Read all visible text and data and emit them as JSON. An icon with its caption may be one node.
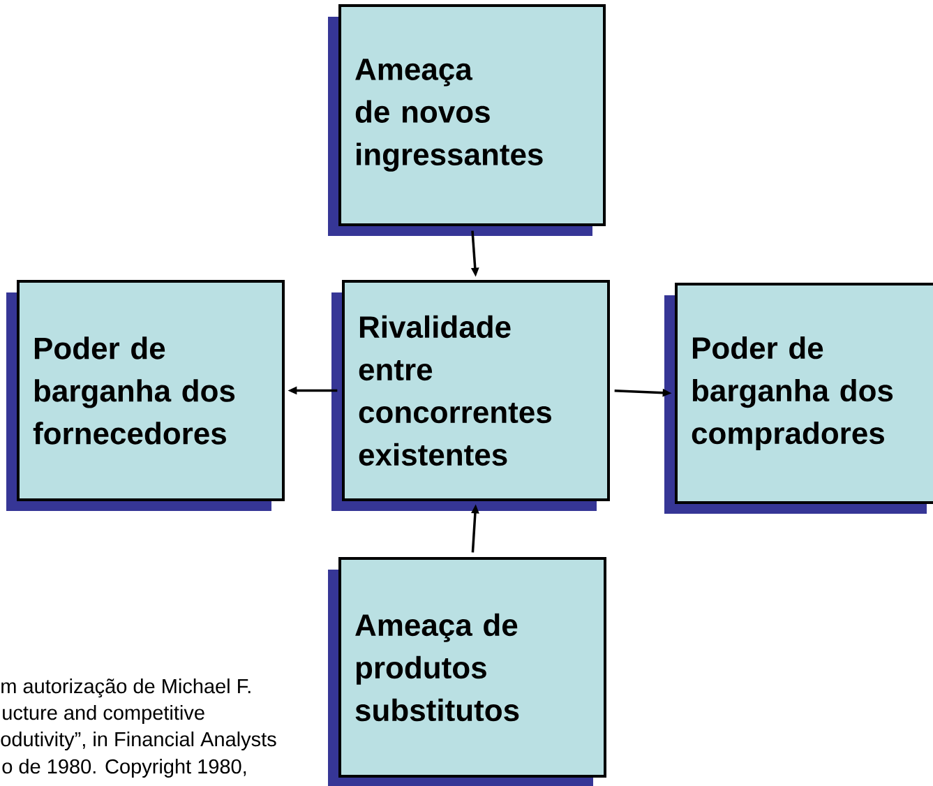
{
  "diagram": {
    "nodes": [
      {
        "text": [
          "Ameaça de novos ingressantes"
        ]
      },
      {
        "text": [
          "Poder de barganha dos fornecedores"
        ]
      },
      {
        "text": [
          "Rivalidade entre concorrentes existentes"
        ]
      },
      {
        "text": [
          "Poder de barganha dos compradores"
        ]
      },
      {
        "text": [
          "Ameaça de produtos substitutos"
        ]
      }
    ],
    "edges": [
      {
        "from": 0,
        "to": 2,
        "arrow": "to"
      },
      {
        "from": 2,
        "to": 1,
        "arrow": "to"
      },
      {
        "from": 2,
        "to": 3,
        "arrow": "to"
      },
      {
        "from": 4,
        "to": 2,
        "arrow": "to"
      }
    ],
    "labels": [
      "m autorização de Michael F.",
      "ucture and competitive",
      "odutivity”, in Financial Analysts",
      "o de 1980. Copyright 1980,"
    ]
  }
}
